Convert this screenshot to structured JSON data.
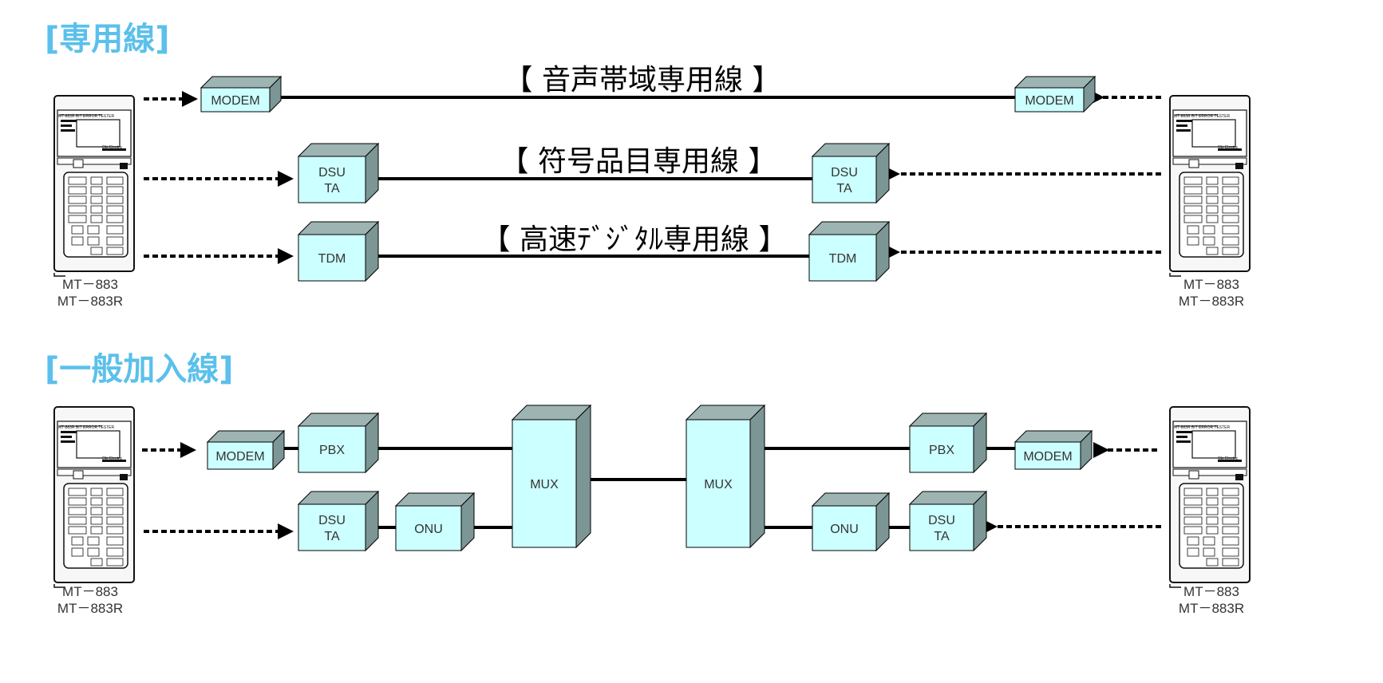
{
  "colors": {
    "title": "#5bc0eb",
    "box_front": "#ccffff",
    "box_side": "#7b9695",
    "box_top": "#9db4b3",
    "line": "#000000"
  },
  "sections": [
    {
      "title": "[専用線]"
    },
    {
      "title": "[一般加入線]"
    }
  ],
  "line_titles": [
    "【 音声帯域専用線 】",
    "【 符号品目専用線 】",
    "【 高速ﾃﾞｼﾞﾀﾙ専用線 】"
  ],
  "tester": {
    "screen_text": "MT-883R  BIT ERROR TESTER",
    "brand": "Oki Electric",
    "label_1": "MT－883",
    "label_2": "MT－883R"
  },
  "boxes": {
    "modem": "MODEM",
    "dsu_1": "DSU",
    "dsu_2": "TA",
    "tdm": "TDM",
    "pbx": "PBX",
    "onu": "ONU",
    "mux": "MUX"
  }
}
